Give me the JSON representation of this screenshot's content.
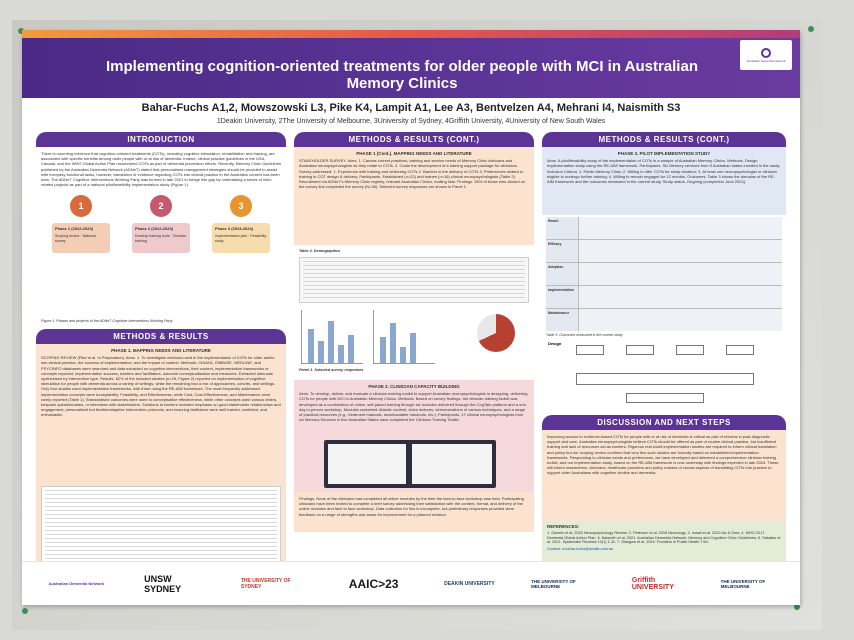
{
  "header": {
    "title": "Implementing cognition-oriented treatments for older people with MCI in Australian Memory Clinics",
    "authors": "Bahar-Fuchs A1,2, Mowszowski L3, Pike K4, Lampit A1, Lee A3, Bentvelzen A4, Mehrani I4, Naismith S3",
    "affiliations": "1Deakin University, 2The University of Melbourne, 3University of Sydney, 4Griffith University, 4University of New South Wales",
    "logo_text": "Australian Dementia Network"
  },
  "sections": {
    "introduction": {
      "heading": "INTRODUCTION",
      "body": "There is mounting evidence that cognition-oriented treatments (COTs), including cognitive stimulation, rehabilitation and training, are associated with specific benefits among older people with or at risk of dementia. Indeed, clinical practice guidelines in the USA, Canada, and the WHO Global Action Plan recommend COTs as part of dementia prevention efforts. Recently, Memory Clinic Guidelines published by the Australian Dementia Network (ADNeT) stated that personalised management strategies should be provided to assist with everyday functional tasks, however, translation of evidence regarding COTs into clinical practice in the Australian context has been slow. The ADNeT Cognitive Interventions Working Party was formed in late 2021 to bridge this gap by undertaking a series of inter-related projects as part of a national pilot/feasibility implementation study (Figure 1).",
      "phases": [
        {
          "num": "1",
          "label": "Phase 1 (2022-2023)",
          "items": "Scoping review · National survey",
          "color": "#d96b3b",
          "card": "#f4cdb5"
        },
        {
          "num": "2",
          "label": "Phase 2 (2022-2023)",
          "items": "Develop training tools · Clinician training",
          "color": "#c65a6c",
          "card": "#f0c9cc"
        },
        {
          "num": "3",
          "label": "Phase 3 (2023-2024)",
          "items": "Implementation pilot · Feasibility study",
          "color": "#e8942f",
          "card": "#f7dcae"
        }
      ],
      "caption": "Figure 1. Phases and projects of the ADNeT Cognitive Interventions Working Party"
    },
    "methods1": {
      "heading": "METHODS & RESULTS",
      "phase_title": "PHASE 1. MAPPING NEEDS AND LITERATURE",
      "body": "SCOPING REVIEW (Pike et al. In Preparation). Aims. 1. To investigate methods used in the implementation of COTs for older adults into clinical practice, the success of implementation, and the impact of context. Methods. CINAHL, EMBASE, MEDLINE, and PSYCINFO databases were searched and data extracted on cognitive interventions, their context, implementation frameworks or concepts reported, implementation success, barriers and facilitators, outcome conceptualisation and measures. Extracted data was synthesised by intervention type. Results. 62% of the included studies (n=29, Figure 2) reported on implementation of cognitive stimulation for people with dementia across a variety of settings, while the remaining had a mix of approaches, cohorts, and settings. Only four studies used implementation frameworks, with three using the RE-AIM framework. The most frequently addressed implementation concepts were Acceptability, Feasibility, and Effectiveness, while Cost, Cost-Effectiveness, and Maintenance were rarely reported (Table 1). Standardised outcomes were used to conceptualise effectiveness, while other concepts used various tellers, bespoke questionnaires, or interviews with stakeholders. Solutions to barriers included emphasis on good stakeholder relationships and engagement, personalised but flexible/adaptive intervention protocols, and ensuring facilitators were well-trained, confident, and enthusiastic."
    },
    "methods2": {
      "heading": "METHODS & RESULTS (CONT.)",
      "phase_title": "PHASE 1 (Cont.). MAPPING NEEDS AND LITERATURE",
      "body": "STAKEHOLDER SURVEY. Aims. 1. Canvas current practices, training and service needs of Memory Clinic clinicians and Australian neuropsychologists as they relate to COTs. 2. Guide the development of a training support package for clinicians. Survey addressed: 1. Experience with training and delivering COTs 2. Barriers in the delivery of COTs 3. Preferences related to training in COT design & delivery. Participants. Established (n=22) and trainee (n=16) clinical neuropsychologists (Table 2). Recruitment via ADNeT's Memory Clinic registry, relevant Australian Clinics, mailing lists. Findings. 55% of those who clicked on the survey link completed the survey (N=38). Selected survey responses are shown in Panel 1.",
      "table_caption": "Table 2. Demographics",
      "panel_caption": "Panel 1. Selected survey responses",
      "phase2_title": "PHASE 2. CLINICIAN CAPACITY BUILDING",
      "phase2_body": "Aims. To develop, deliver, and evaluate a clinician training toolkit to support Australian neuropsychologists in designing, delivering COTs for people with MCI in Australian Memory Clinics. Methods. Based on survey findings, the clinician training toolkit was developed as a combination of online, self-paced training through six modules delivered through the CogTale platform and a one-day in-person workshop. Modules contained didactic content, video lectures, demonstrations of various techniques, and a range of practical resources (e.g., treatment manuals, downloadable handouts, etc.). Participants. 17 clinical neuropsychologists from six Memory Services in five Australian States have completed the Clinician Training Toolkit.",
      "phase2_findings": "Findings. None of the clinicians had completed all online modules by the time the face-to-face workshop was held. Participating clinicians have been invited to complete a brief survey addressing their satisfaction with the content, format, and delivery of the online modules and face to face workshop. Data collection for this is incomplete, but preliminary responses provided clear feedback on a range of strengths and areas for improvement for a planned revision."
    },
    "methods3": {
      "heading": "METHODS & RESULTS (CONT.)",
      "phase_title": "PHASE 3. PILOT IMPLEMENTATION STUDY",
      "body": "Aims. A pilot/feasibility study of the implementation of COTs in a sample of Australian Memory Clinics. Methods. Design. Implementation study using the RE-AIM framework. Participants. Six Memory services from 5 Australian states enrolled in the study. Inclusion Criteria. 1. Public Memory Clinic; 2. Willing to offer COTs for study duration; 3. At least one neuropsychologist or clinician eligible to undergo further training; 4. Willing to remain engaged for 12 months. Outcomes. Table 3 shows the domains of the RE-AIM framework and the outcomes measured in the current study. Study status. Ongoing (completion June 2024).",
      "table_rows": [
        "Reach",
        "Efficacy",
        "Adoption",
        "Implementation",
        "Maintenance"
      ],
      "table_caption": "Table 3. Outcomes measured in the current study",
      "flow_label": "Design"
    },
    "discussion": {
      "heading": "DISCUSSION AND NEXT STEPS",
      "body": "Improving access to evidence-based COTs for people with or at risk of dementia is critical as part of reforms in post-diagnostic support and care. Australian neuropsychologists believe COTs should be offered as part of routine clinical practice, but insufficient training and lack of resources act as barriers. Rigorous real world implementation studies are required to inform clinical translation and policy but our scoping review confirms that very few such studies are formally based on established implementation frameworks. Responding to clinician needs and preferences, we have developed and delivered a comprehensive clinician training toolkit, and our implementation study, based on the RE-AIM framework is now underway with findings expected in late 2024. These will inform researchers, clinicians, healthcare providers and policy makers of crucial aspects of translating COTs into practice to support older Australians with cognitive decline and dementia.",
      "ref_title": "REFERENCES:",
      "refs": "1. Gavelin et al. 2020 Neuropsychology Review; 2. Petersen et al. 2018 Neurology; 3. Ismail et al. 2020 Alz & Dem; 4. WHO 2017. Dementia Global Action Plan. 5. Naismith et al. 2021. Australian Dementia Network: Memory and Cognition Clinic Guidelines; 6. Sabates et al. 2021. Systematic Reviews 10(1) 1-11; 7. Glasgow et al. 2019. Frontiers in Public Health 7:64.",
      "contact": "Contact: a.bahar-fuchs@deakin.edu.au"
    }
  },
  "sponsors": [
    {
      "label": "Australian Dementia Network",
      "color": "#5b3496"
    },
    {
      "label": "UNSW SYDNEY",
      "color": "#111111"
    },
    {
      "label": "THE UNIVERSITY OF SYDNEY",
      "color": "#c0392b"
    },
    {
      "label": "AAIC>23",
      "color": "#1a1a1a"
    },
    {
      "label": "DEAKIN UNIVERSITY",
      "color": "#1f3c6e"
    },
    {
      "label": "THE UNIVERSITY OF MELBOURNE",
      "color": "#0b2a55"
    },
    {
      "label": "Griffith UNIVERSITY",
      "color": "#c62828"
    },
    {
      "label": "THE UNIVERSITY OF MELBOURNE",
      "color": "#0b2a55"
    }
  ]
}
